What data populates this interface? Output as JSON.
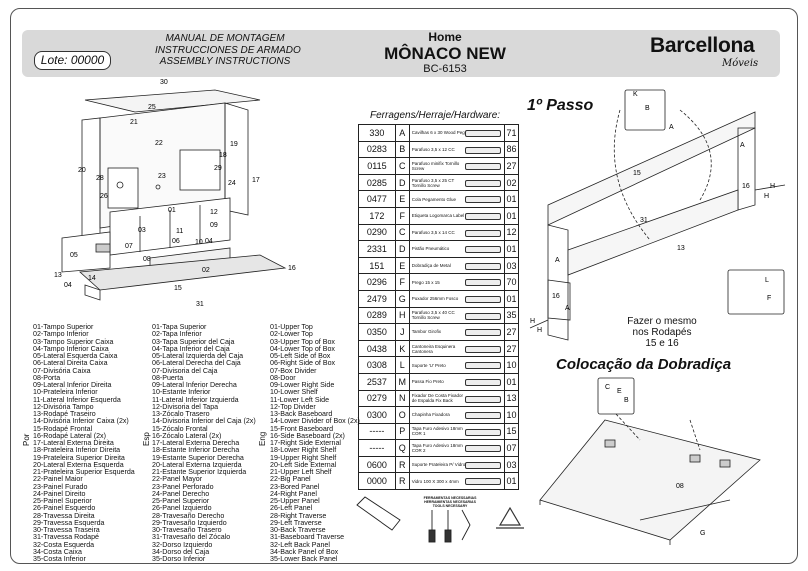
{
  "header": {
    "lote": "Lote: 00000",
    "manual": [
      "MANUAL DE MONTAGEM",
      "INSTRUCCIONES DE ARMADO",
      "ASSEMBLY INSTRUCTIONS"
    ],
    "category": "Home",
    "model": "MÔNACO NEW",
    "code": "BC-6153",
    "brand": "Barcellona",
    "brand_sub": "Móveis"
  },
  "hardware": {
    "title": "Ferragens/Herraje/Hardware:",
    "rows": [
      {
        "qty": "330",
        "letter": "A",
        "desc": "Cavilhas 6 x 30 Wood Peg",
        "num": "71"
      },
      {
        "qty": "0283",
        "letter": "B",
        "desc": "Parafuso 3,5 x 12 CC",
        "num": "86"
      },
      {
        "qty": "0115",
        "letter": "C",
        "desc": "Parafuso minifix Tornillo Screw",
        "num": "27"
      },
      {
        "qty": "0285",
        "letter": "D",
        "desc": "Parafuso 3,5 x 25 CT Tornillo Screw",
        "num": "02"
      },
      {
        "qty": "0477",
        "letter": "E",
        "desc": "Cola Pegamento Glue",
        "num": "01"
      },
      {
        "qty": "172",
        "letter": "F",
        "desc": "Etiqueta Logomarca Label",
        "num": "01"
      },
      {
        "qty": "0290",
        "letter": "C",
        "desc": "Parafuso 3,5 x 14 CC",
        "num": "12"
      },
      {
        "qty": "2331",
        "letter": "D",
        "desc": "Pistão Pneumático",
        "num": "01"
      },
      {
        "qty": "151",
        "letter": "E",
        "desc": "Dobradiça de Metal",
        "num": "03"
      },
      {
        "qty": "0296",
        "letter": "F",
        "desc": "Prego 15 x 15",
        "num": "70"
      },
      {
        "qty": "2479",
        "letter": "G",
        "desc": "Puxador 256mm Fosco",
        "num": "01"
      },
      {
        "qty": "0289",
        "letter": "H",
        "desc": "Parafuso 3,5 x 40 CC Tornillo Screw",
        "num": "35"
      },
      {
        "qty": "0350",
        "letter": "J",
        "desc": "Tambor Girofix",
        "num": "27"
      },
      {
        "qty": "0438",
        "letter": "K",
        "desc": "Cantoneira Esquinera Cantonera",
        "num": "27"
      },
      {
        "qty": "0308",
        "letter": "L",
        "desc": "Suporte 'U' Preto",
        "num": "10"
      },
      {
        "qty": "2537",
        "letter": "M",
        "desc": "Passa Fio Preto",
        "num": "01"
      },
      {
        "qty": "0279",
        "letter": "N",
        "desc": "Fixador De Costa Fixador de Espalda Fix Back",
        "num": "13"
      },
      {
        "qty": "0300",
        "letter": "O",
        "desc": "Chapinha Fixadora",
        "num": "10"
      },
      {
        "qty": "-----",
        "letter": "P",
        "desc": "Tapa Furo Adesivo 18mm COR 1",
        "num": "15"
      },
      {
        "qty": "-----",
        "letter": "Q",
        "desc": "Tapa Furo Adesivo 18mm COR 2",
        "num": "07"
      },
      {
        "qty": "0600",
        "letter": "R",
        "desc": "Suporte Prateleira P/ Vidro",
        "num": "03"
      },
      {
        "qty": "0000",
        "letter": "R",
        "desc": "Vidro 100 X 300 x 4mm",
        "num": "01"
      }
    ]
  },
  "parts": {
    "por_label": "Por",
    "esp_label": "Esp",
    "eng_label": "Eng",
    "por": [
      "01-Tampo Superior",
      "02-Tampo Inferior",
      "03-Tampo Superior Caixa",
      "04-Tampo Inferior Caixa",
      "05-Lateral Esquerda Caixa",
      "06-Lateral Direita Caixa",
      "07-Divisória Caixa",
      "08-Porta",
      "09-Lateral Inferior Direita",
      "10-Prateleira Inferior",
      "11-Lateral Inferior Esquerda",
      "12-Divisória Tampo",
      "13-Rodapé Traseiro",
      "14-Divisória Inferior Caixa (2x)",
      "15-Rodapé Frontal",
      "16-Rodapé Lateral (2x)",
      "17-Lateral Externa Direita",
      "18-Prateleira Inferior Direita",
      "19-Prateleira Superior Direita",
      "20-Lateral Externa Esquerda",
      "21-Prateleira Superior Esquerda",
      "22-Painel Maior",
      "23-Painel Furado",
      "24-Painel Direito",
      "25-Painel Superior",
      "26-Painel Esquerdo",
      "28-Travessa Direita",
      "29-Travessa Esquerda",
      "30-Travessa Traseira",
      "31-Travessa Rodapé",
      "32-Costa Esquerda",
      "34-Costa Caixa",
      "35-Costa Inferior"
    ],
    "esp": [
      "01-Tapa Superior",
      "02-Tapa Inferior",
      "03-Tapa Superior del Caja",
      "04-Tapa Inferior del Caja",
      "05-Lateral Izquierda del Caja",
      "06-Lateral Derecha del Caja",
      "07-Divisoria del Caja",
      "08-Puerta",
      "09-Lateral Inferior Derecha",
      "10-Estante Inferior",
      "11-Lateral Inferior Izquierda",
      "12-Divisoria del Tapa",
      "13-Zócalo Trasero",
      "14-Divisoria Inferior del Caja (2x)",
      "15-Zócalo Frontal",
      "16-Zócalo Lateral (2x)",
      "17-Lateral Externa Derecha",
      "18-Estante Inferior Derecha",
      "19-Estante Superior Derecha",
      "20-Lateral Externa Izquierda",
      "21-Estante Superior Izquierda",
      "22-Panel Mayor",
      "23-Panel Perforado",
      "24-Panel Derecho",
      "25-Panel Superior",
      "26-Panel Izquierdo",
      "28-Travesaño Derecho",
      "29-Travesaño Izquierdo",
      "30-Travesaño Trasero",
      "31-Travesaño del Zócalo",
      "32-Dorso Izquierdo",
      "34-Dorso del Caja",
      "35-Dorso Inferior"
    ],
    "eng": [
      "01-Upper Top",
      "02-Lower Top",
      "03-Upper Top of Box",
      "04-Lower Top of Box",
      "05-Left Side of Box",
      "06-Right Side of Box",
      "07-Box Divider",
      "08-Door",
      "09-Lower Right Side",
      "10-Lower Shelf",
      "11-Lower Left Side",
      "12-Top Divider",
      "13-Back Baseboard",
      "14-Lower Divider of Box (2x)",
      "15-Front Baseboard",
      "16-Side Baseboard (2x)",
      "17-Right Side External",
      "18-Lower Right Shelf",
      "19-Upper Right Shelf",
      "20-Left Side External",
      "21-Upper Left Shelf",
      "22-Big Panel",
      "23-Bored Panel",
      "24-Right Panel",
      "25-Upper Panel",
      "26-Left Panel",
      "28-Right Traverse",
      "29-Left Traverse",
      "30-Back Traverse",
      "31-Baseboard Traverse",
      "32-Left Back Panel",
      "34-Back Panel of Box",
      "35-Lower Back Panel"
    ]
  },
  "steps": {
    "step1_title": "1º Passo",
    "step1_note": [
      "Fazer o mesmo",
      "nos Rodapés",
      "15 e 16"
    ],
    "step2_title": "Colocação da Dobradiça",
    "step2_part": "08",
    "tools_label": [
      "FERRAMENTAS NECESSARIAS",
      "HERRAMIENTAS NECESARIAS",
      "TOOLS NECESSARY"
    ]
  },
  "overview_labels": [
    "30",
    "25",
    "21",
    "22",
    "20",
    "19",
    "18",
    "28",
    "23",
    "29",
    "24",
    "17",
    "01",
    "26",
    "12",
    "03",
    "11",
    "06",
    "09",
    "04",
    "07",
    "10",
    "05",
    "08",
    "13",
    "14",
    "02",
    "16",
    "15",
    "31",
    "04"
  ],
  "step1_labels": [
    "K",
    "B",
    "A",
    "A",
    "15",
    "16",
    "H",
    "H",
    "31",
    "13",
    "A",
    "A",
    "16",
    "H",
    "H",
    "L",
    "F"
  ],
  "step2_labels": [
    "C",
    "E",
    "B",
    "G"
  ]
}
